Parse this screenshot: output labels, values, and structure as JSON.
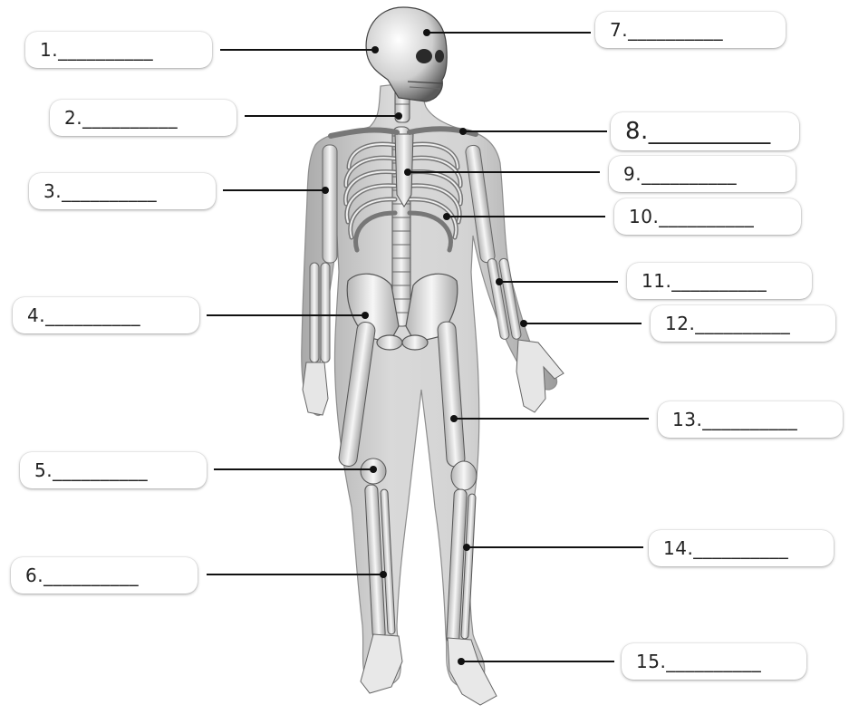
{
  "labels": [
    {
      "id": "1",
      "text": "1.__________"
    },
    {
      "id": "2",
      "text": "2.__________"
    },
    {
      "id": "3",
      "text": "3.__________"
    },
    {
      "id": "4",
      "text": "4.__________"
    },
    {
      "id": "5",
      "text": "5.__________"
    },
    {
      "id": "6",
      "text": "6.__________"
    },
    {
      "id": "7",
      "text": "7.__________"
    },
    {
      "id": "8",
      "text": "8.__________"
    },
    {
      "id": "9",
      "text": "9.__________"
    },
    {
      "id": "10",
      "text": "10.__________"
    },
    {
      "id": "11",
      "text": "11.__________"
    },
    {
      "id": "12",
      "text": "12.__________"
    },
    {
      "id": "13",
      "text": "13.__________"
    },
    {
      "id": "14",
      "text": "14.__________"
    },
    {
      "id": "15",
      "text": "15.__________"
    }
  ],
  "colors": {
    "leader_line": "#111111",
    "bone": "#f1f1f1",
    "bone_shadow": "#9a9a9a",
    "body_silhouette": "#c9c9c9"
  }
}
